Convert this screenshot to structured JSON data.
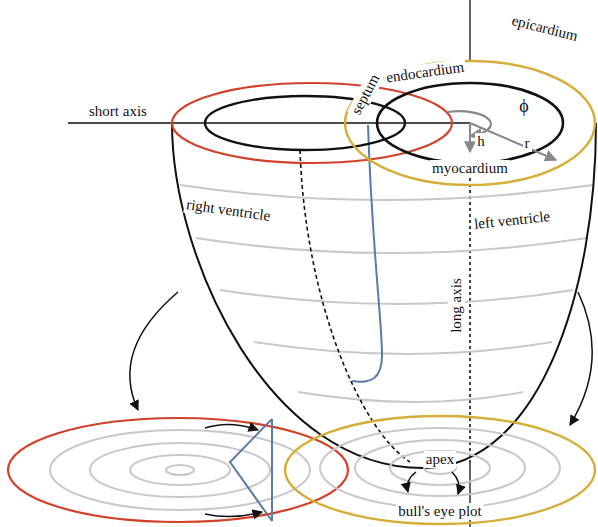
{
  "diagram": {
    "labels": [
      "short axis",
      "epicardium",
      "endocardium",
      "septum",
      "ϕ",
      "h",
      "r",
      "myocardium",
      "right ventricle",
      "left ventricle",
      "long axis",
      "apex",
      "bull's eye plot"
    ]
  }
}
